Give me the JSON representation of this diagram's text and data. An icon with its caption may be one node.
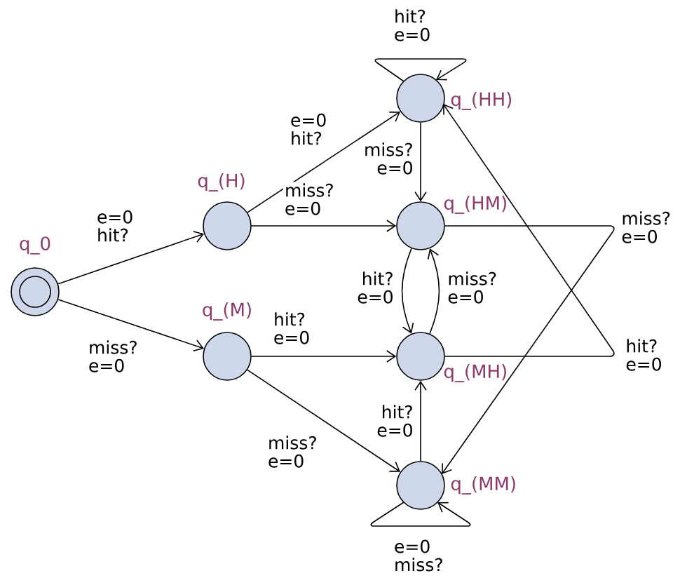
{
  "diagram": {
    "nodes": [
      {
        "text": [
          "q_0"
        ]
      },
      {
        "text": [
          "q_(H)"
        ]
      },
      {
        "text": [
          "q_(M)"
        ]
      },
      {
        "text": [
          "q_(HH)"
        ]
      },
      {
        "text": [
          "q_(HM)"
        ]
      },
      {
        "text": [
          "q_(MH)"
        ]
      },
      {
        "text": [
          "q_(MM)"
        ]
      }
    ],
    "edges": [
      {
        "from": 0,
        "to": 1,
        "arrow": "to",
        "label": "e=0 hit?"
      },
      {
        "from": 0,
        "to": 2,
        "arrow": "to",
        "label": "miss? e=0"
      },
      {
        "from": 1,
        "to": 3,
        "arrow": "to",
        "label": "e=0 hit?"
      },
      {
        "from": 1,
        "to": 4,
        "arrow": "to",
        "label": "miss? e=0"
      },
      {
        "from": 2,
        "to": 5,
        "arrow": "to",
        "label": "hit? e=0"
      },
      {
        "from": 2,
        "to": 6,
        "arrow": "to",
        "label": "miss? e=0"
      },
      {
        "from": 3,
        "to": 3,
        "arrow": "to",
        "label": "hit? e=0"
      },
      {
        "from": 3,
        "to": 4,
        "arrow": "to",
        "label": "miss? e=0"
      },
      {
        "from": 4,
        "to": 5,
        "arrow": "to",
        "label": "hit? e=0"
      },
      {
        "from": 5,
        "to": 4,
        "arrow": "to",
        "label": "miss? e=0"
      },
      {
        "from": 4,
        "to": 6,
        "arrow": "to",
        "label": "miss? e=0"
      },
      {
        "from": 5,
        "to": 3,
        "arrow": "to",
        "label": "hit? e=0"
      },
      {
        "from": 6,
        "to": 5,
        "arrow": "to",
        "label": "hit? e=0"
      },
      {
        "from": 6,
        "to": 6,
        "arrow": "to",
        "label": "e=0 miss?"
      }
    ]
  }
}
